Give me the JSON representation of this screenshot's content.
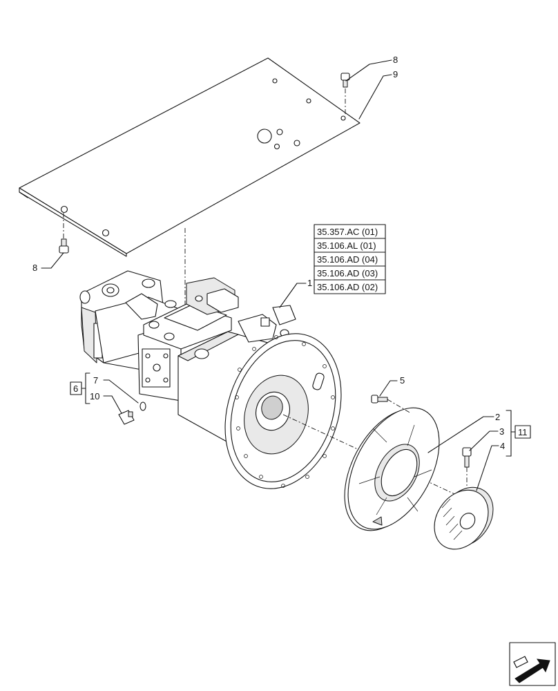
{
  "callouts": {
    "c1": "1",
    "c2": "2",
    "c3": "3",
    "c4": "4",
    "c5": "5",
    "c6": "6",
    "c7": "7",
    "c8_top": "8",
    "c8_left": "8",
    "c9": "9",
    "c10": "10",
    "c11": "11"
  },
  "reference_table": [
    "35.357.AC (01)",
    "35.106.AL (01)",
    "35.106.AD (04)",
    "35.106.AD (03)",
    "35.106.AD (02)"
  ],
  "icons": {
    "nav": "arrow-icon"
  }
}
